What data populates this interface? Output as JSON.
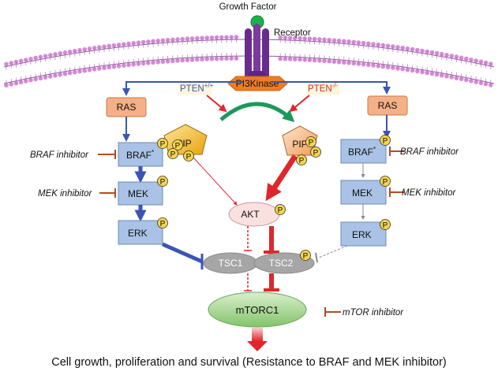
{
  "top": {
    "growth_factor": "Growth Factor",
    "receptor": "Receptor",
    "pi3kinase": "PI3Kinase"
  },
  "pten": {
    "wt_base": "PTEN",
    "wt_sup": "+/+",
    "null_base": "PTEN",
    "null_sup": "-/-"
  },
  "left_path": {
    "ras": "RAS",
    "braf": "BRAF",
    "braf_sup": "*",
    "mek": "MEK",
    "erk": "ERK",
    "braf_inhibitor": "BRAF inhibitor",
    "mek_inhibitor": "MEK inhibitor"
  },
  "right_path": {
    "ras": "RAS",
    "braf": "BRAF",
    "braf_sup": "*",
    "mek": "MEK",
    "erk": "ERK",
    "braf_inhibitor": "BRAF inhibitor",
    "mek_inhibitor": "MEK inhibitor"
  },
  "center": {
    "pip_left": "PIP",
    "pip_right": "PIP",
    "akt": "AKT",
    "tsc1": "TSC1",
    "tsc2": "TSC2",
    "mtorc1": "mTORC1",
    "mtor_inhibitor": "mTOR inhibitor",
    "p": "P"
  },
  "caption": "Cell growth, proliferation and survival (Resistance to BRAF and MEK inhibitor)",
  "colors": {
    "membrane": "#d68bd6",
    "receptor": "#6a2b8f",
    "growth_factor": "#19b34a",
    "pi3k": "#ee7d22",
    "ras": "#f5b087",
    "kinase_box": "#a9c2e6",
    "blue_arrow": "#3a55b5",
    "red_arrow": "#e0262a",
    "inhibitor": "#b54a24",
    "akt": "#fbe0e0",
    "tsc": "#a6a6a6",
    "mtorc1": "#9bd087",
    "phospho": "#f6d44c",
    "pip_left": "#f2b31c",
    "pip_right": "#f7b46e"
  }
}
